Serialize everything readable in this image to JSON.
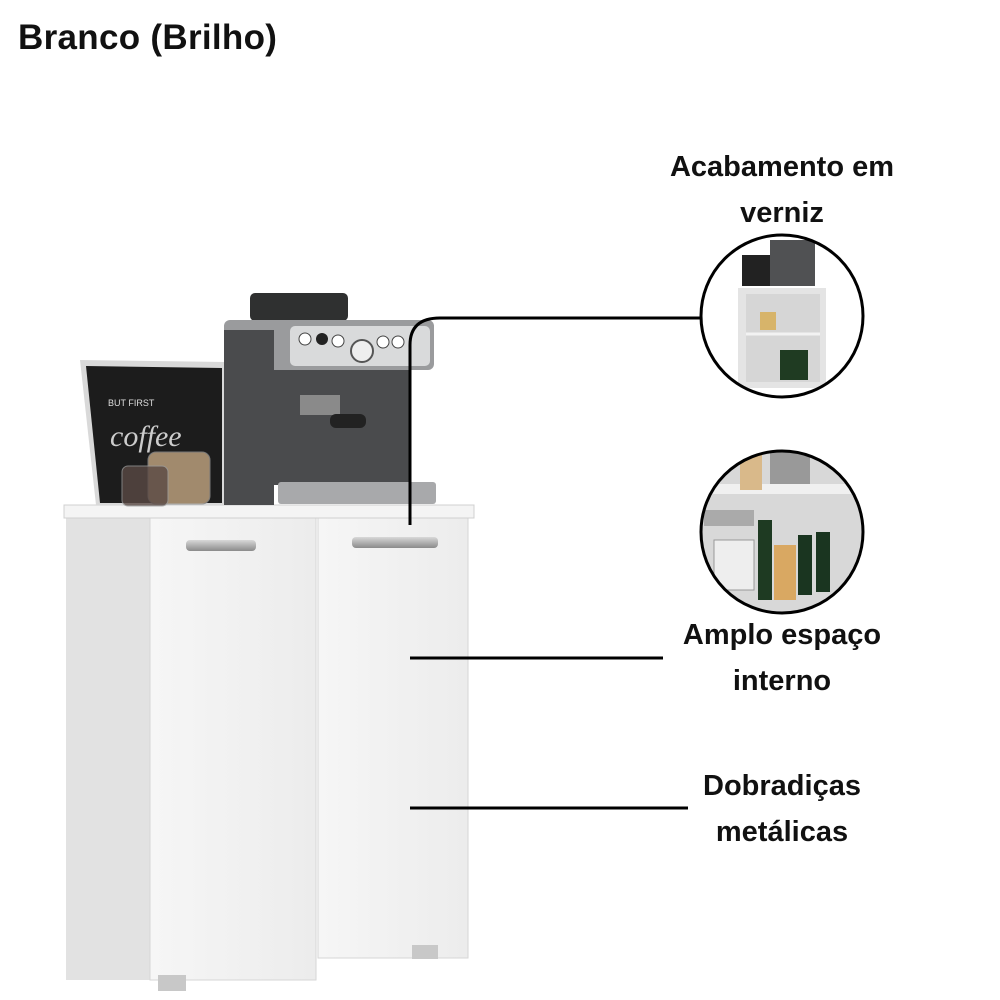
{
  "title": "Branco (Brilho)",
  "callouts": [
    {
      "line1": "Acabamento em",
      "line2": "verniz"
    },
    {
      "line1": "Amplo espaço",
      "line2": "interno"
    },
    {
      "line1": "Dobradiças",
      "line2": "metálicas"
    }
  ],
  "product_image": {
    "sign_text_small": "BUT FIRST",
    "sign_text_large": "coffee",
    "cabinet_color": "#f2f2f2",
    "machine_color": "#4a4b4d"
  }
}
